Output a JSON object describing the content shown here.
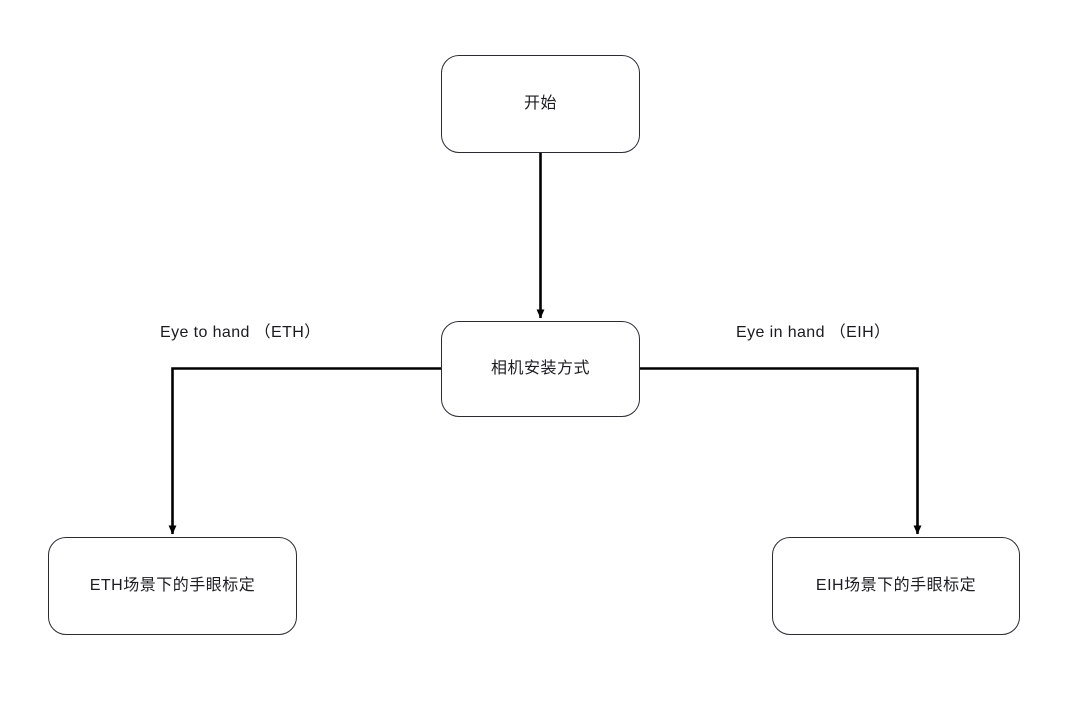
{
  "diagram": {
    "type": "flowchart",
    "orientation": "top-down",
    "background_color": "#ffffff",
    "stroke_color": "#2b2b33",
    "edge_color": "#000000",
    "text_color": "#1c1c22",
    "nodes": [
      {
        "id": "start",
        "label": "开始",
        "shape": "rounded-rectangle"
      },
      {
        "id": "decision",
        "label": "相机安装方式",
        "shape": "rounded-rectangle"
      },
      {
        "id": "eth",
        "label": "ETH场景下的手眼标定",
        "shape": "rounded-rectangle"
      },
      {
        "id": "eih",
        "label": "EIH场景下的手眼标定",
        "shape": "rounded-rectangle"
      }
    ],
    "edges": [
      {
        "from": "start",
        "to": "decision",
        "label": ""
      },
      {
        "from": "decision",
        "to": "eth",
        "label": "Eye to hand （ETH）"
      },
      {
        "from": "decision",
        "to": "eih",
        "label": "Eye in hand （EIH）"
      }
    ]
  }
}
